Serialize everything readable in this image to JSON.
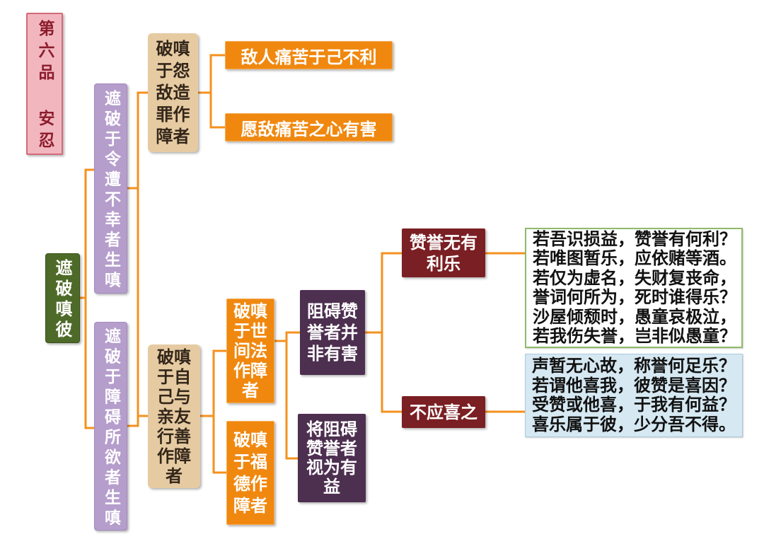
{
  "title": "第六品 安忍",
  "root": {
    "label": "遮破嗔彼",
    "children": [
      {
        "label": "遮破于令遭不幸者生嗔",
        "children": [
          {
            "label": "破嗔于怨敌造罪作障者",
            "children": [
              {
                "label": "敌人痛苦于己不利"
              },
              {
                "label": "愿敌痛苦之心有害"
              }
            ]
          }
        ]
      },
      {
        "label": "遮破于障碍所欲者生嗔",
        "children": [
          {
            "label": "破嗔于自己与亲友行善作障者",
            "children": [
              {
                "label": "破嗔于世间法作障者",
                "children": [
                  {
                    "label": "阻碍赞誉者并非有害",
                    "children": [
                      {
                        "label": "赞誉无有利乐",
                        "verses": [
                          "若吾识损益，赞誉有何利？",
                          "若唯图暂乐，应依赌等酒。",
                          "若仅为虚名，失财复丧命，",
                          "誉词何所为，死时谁得乐？",
                          "沙屋倾颓时，愚童哀极泣，",
                          "若我伤失誉，岂非似愚童？"
                        ]
                      },
                      {
                        "label": "不应喜之",
                        "verses": [
                          "声暂无心故，称誉何足乐？",
                          "若谓他喜我，彼赞是喜因？",
                          "受赞或他喜，于我有何益？",
                          "喜乐属于彼，少分吾不得。"
                        ]
                      }
                    ]
                  },
                  {
                    "label": "将阻碍赞誉者视为有益"
                  }
                ]
              },
              {
                "label": "破嗔于福德作障者"
              }
            ]
          }
        ]
      }
    ]
  },
  "colors": {
    "title_fill": "#f2b6bf",
    "title_border": "#d36a7a",
    "title_text": "#8b1c2c",
    "root_fill": "#4e6a28",
    "branch_fill": "#b59dcc",
    "subbranch_fill": "#e6cba2",
    "subbranch_text": "#33261a",
    "orange_fill": "#f0880f",
    "point_fill": "#4d2f50",
    "subpoint_fill": "#7a1f23",
    "verse1_fill": "#ffffff",
    "verse1_border": "#8fba6a",
    "verse2_fill": "#d6e8f2",
    "verse2_border": "#a9cbe0",
    "connector": "#f4911e"
  }
}
